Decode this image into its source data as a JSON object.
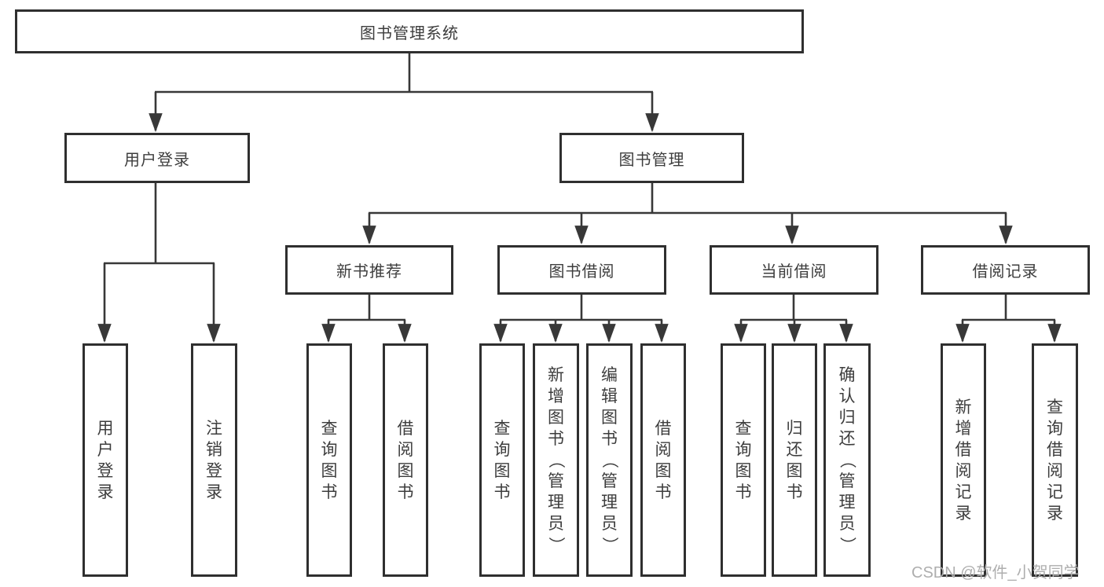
{
  "tree": {
    "root": {
      "label": "图书管理系统",
      "children": [
        {
          "label": "用户登录",
          "children": [
            {
              "label": "用户登录"
            },
            {
              "label": "注销登录"
            }
          ]
        },
        {
          "label": "图书管理",
          "children": [
            {
              "label": "新书推荐",
              "children": [
                {
                  "label": "查询图书"
                },
                {
                  "label": "借阅图书"
                }
              ]
            },
            {
              "label": "图书借阅",
              "children": [
                {
                  "label": "查询图书"
                },
                {
                  "label": "新增图书（管理员）"
                },
                {
                  "label": "编辑图书（管理员）"
                },
                {
                  "label": "借阅图书"
                }
              ]
            },
            {
              "label": "当前借阅",
              "children": [
                {
                  "label": "查询图书"
                },
                {
                  "label": "归还图书"
                },
                {
                  "label": "确认归还（管理员）"
                }
              ]
            },
            {
              "label": "借阅记录",
              "children": [
                {
                  "label": "新增借阅记录"
                },
                {
                  "label": "查询借阅记录"
                }
              ]
            }
          ]
        }
      ]
    }
  },
  "watermark": "CSDN @软件_小贺同学",
  "colors": {
    "line": "#383838",
    "box_border": "#2f2f2f",
    "text": "#3d3d3d",
    "watermark": "#aeaeae",
    "background": "#ffffff"
  }
}
